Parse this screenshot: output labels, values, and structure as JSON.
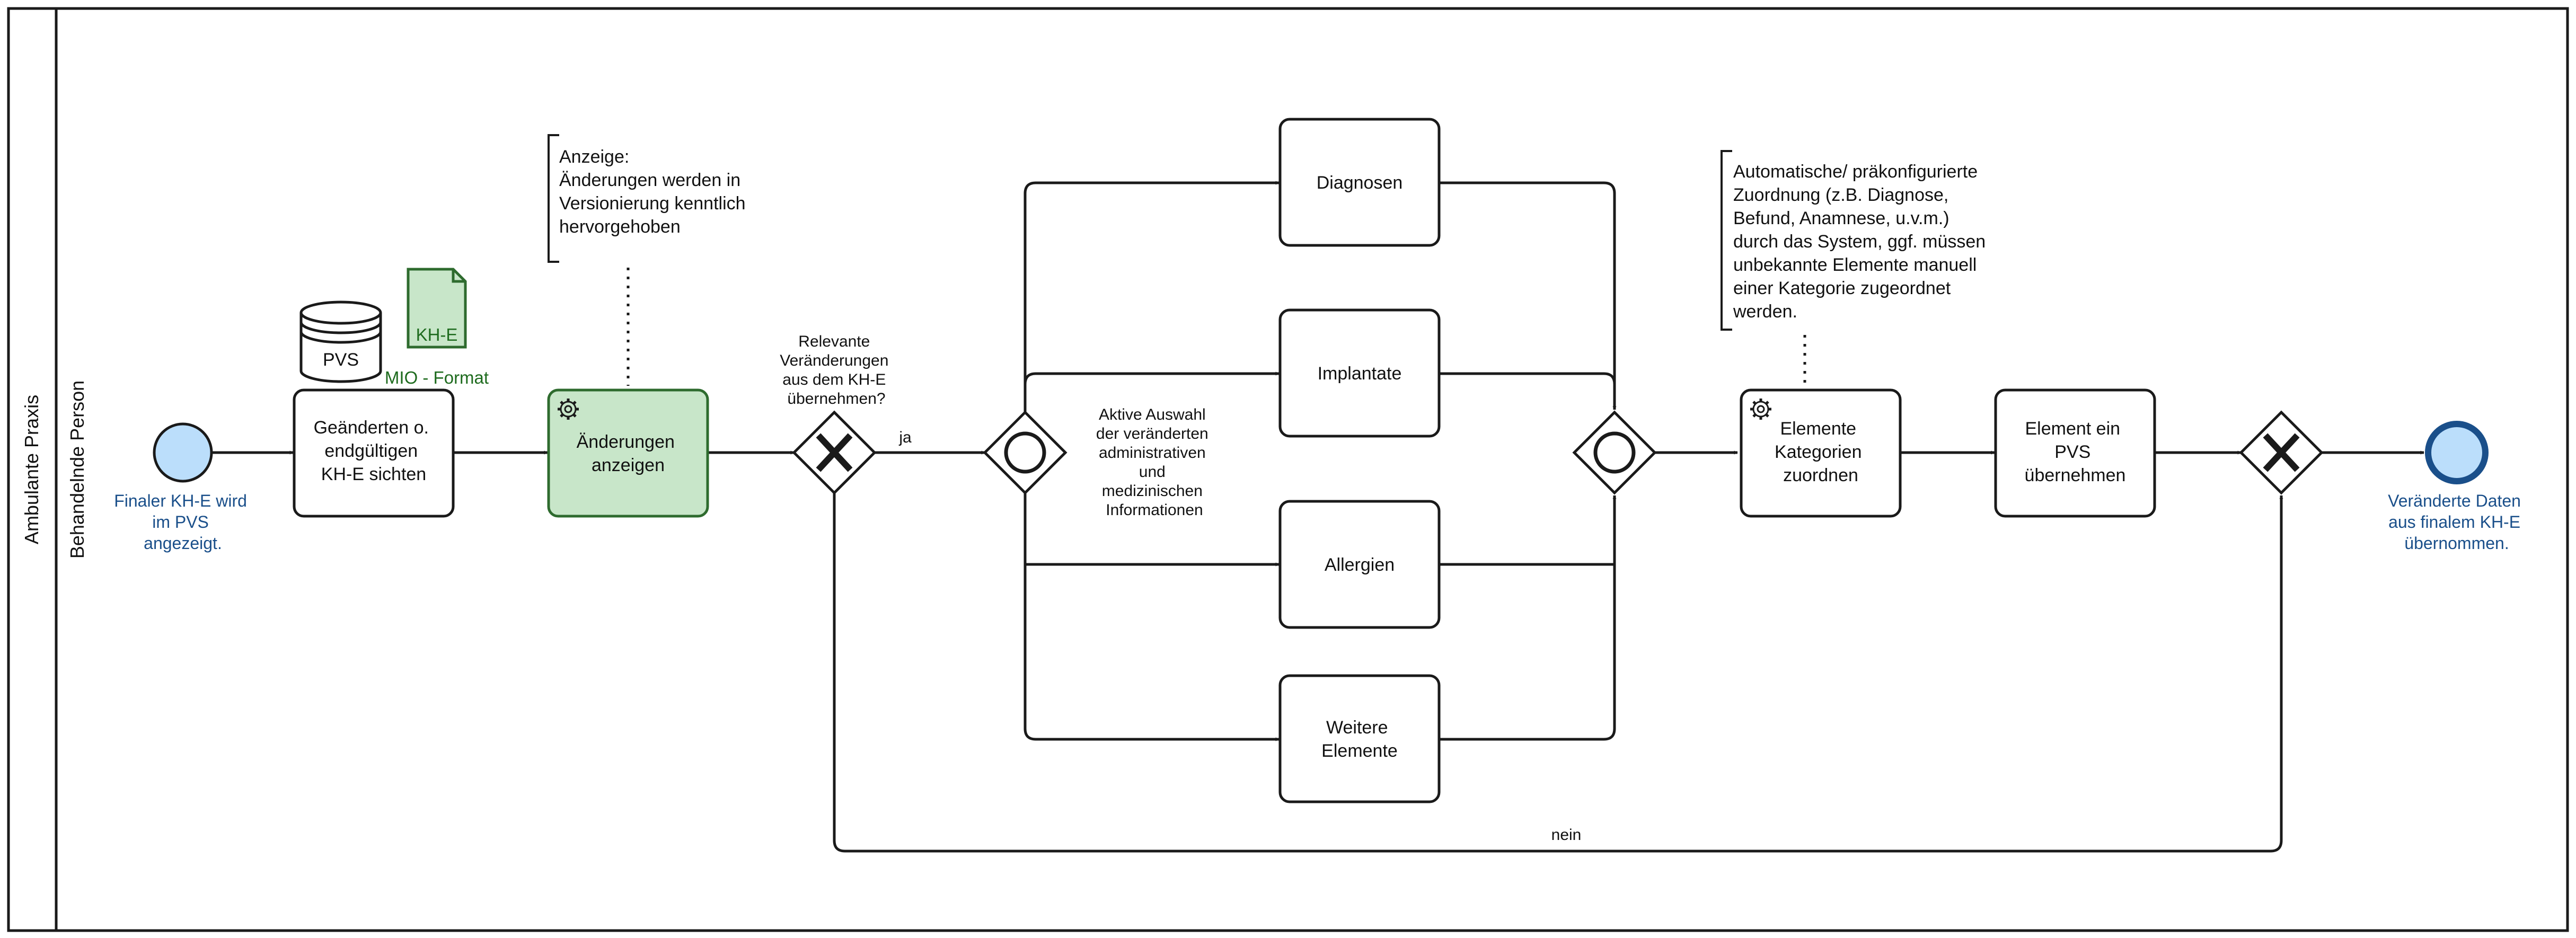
{
  "pool": {
    "label": "Ambulante Praxis"
  },
  "lane": {
    "label": "Behandelnde Person"
  },
  "start_event": {
    "label": [
      "Finaler KH-E wird",
      "im PVS",
      "angezeigt."
    ]
  },
  "end_event": {
    "label": [
      "Veränderte Daten",
      "aus finalem KH-E",
      "übernommen."
    ]
  },
  "data_store": {
    "label": "PVS"
  },
  "data_object": {
    "label": "KH-E",
    "format_label": "MIO - Format"
  },
  "tasks": {
    "sichten": {
      "label": [
        "Geänderten o.",
        "endgültigen",
        "KH-E sichten"
      ]
    },
    "anzeigen": {
      "label": [
        "Änderungen",
        "anzeigen"
      ]
    },
    "diagnosen": {
      "label": [
        "Diagnosen"
      ]
    },
    "implantate": {
      "label": [
        "Implantate"
      ]
    },
    "allergien": {
      "label": [
        "Allergien"
      ]
    },
    "weitere": {
      "label": [
        "Weitere",
        "Elemente"
      ]
    },
    "zuordnen": {
      "label": [
        "Elemente",
        "Kategorien",
        "zuordnen"
      ]
    },
    "uebernehmen": {
      "label": [
        "Element ein",
        "PVS",
        "übernehmen"
      ]
    }
  },
  "gateways": {
    "relevant": {
      "label": [
        "Relevante",
        "Veränderungen",
        "aus dem KH-E",
        "übernehmen?"
      ]
    },
    "auswahl": {
      "label": [
        "Aktive Auswahl",
        "der veränderten",
        "administrativen",
        "und",
        "medizinischen",
        "Informationen"
      ]
    }
  },
  "flows": {
    "ja": "ja",
    "nein": "nein"
  },
  "annotations": {
    "anzeige": {
      "lines": [
        "Anzeige:",
        "Änderungen werden in",
        "Versionierung kenntlich",
        "hervorgehoben"
      ]
    },
    "zuordnung": {
      "lines": [
        "Automatische/ präkonfigurierte",
        "Zuordnung (z.B. Diagnose,",
        "Befund, Anamnese, u.v.m.)",
        "durch das System, ggf. müssen",
        "unbekannte Elemente manuell",
        "einer Kategorie zugeordnet",
        "werden."
      ]
    }
  },
  "colors": {
    "start_fill": "#bbdefb",
    "end_stroke": "#1a4f8a",
    "task_highlight": "#c8e6c9",
    "text_blue": "#1a4f8a"
  }
}
